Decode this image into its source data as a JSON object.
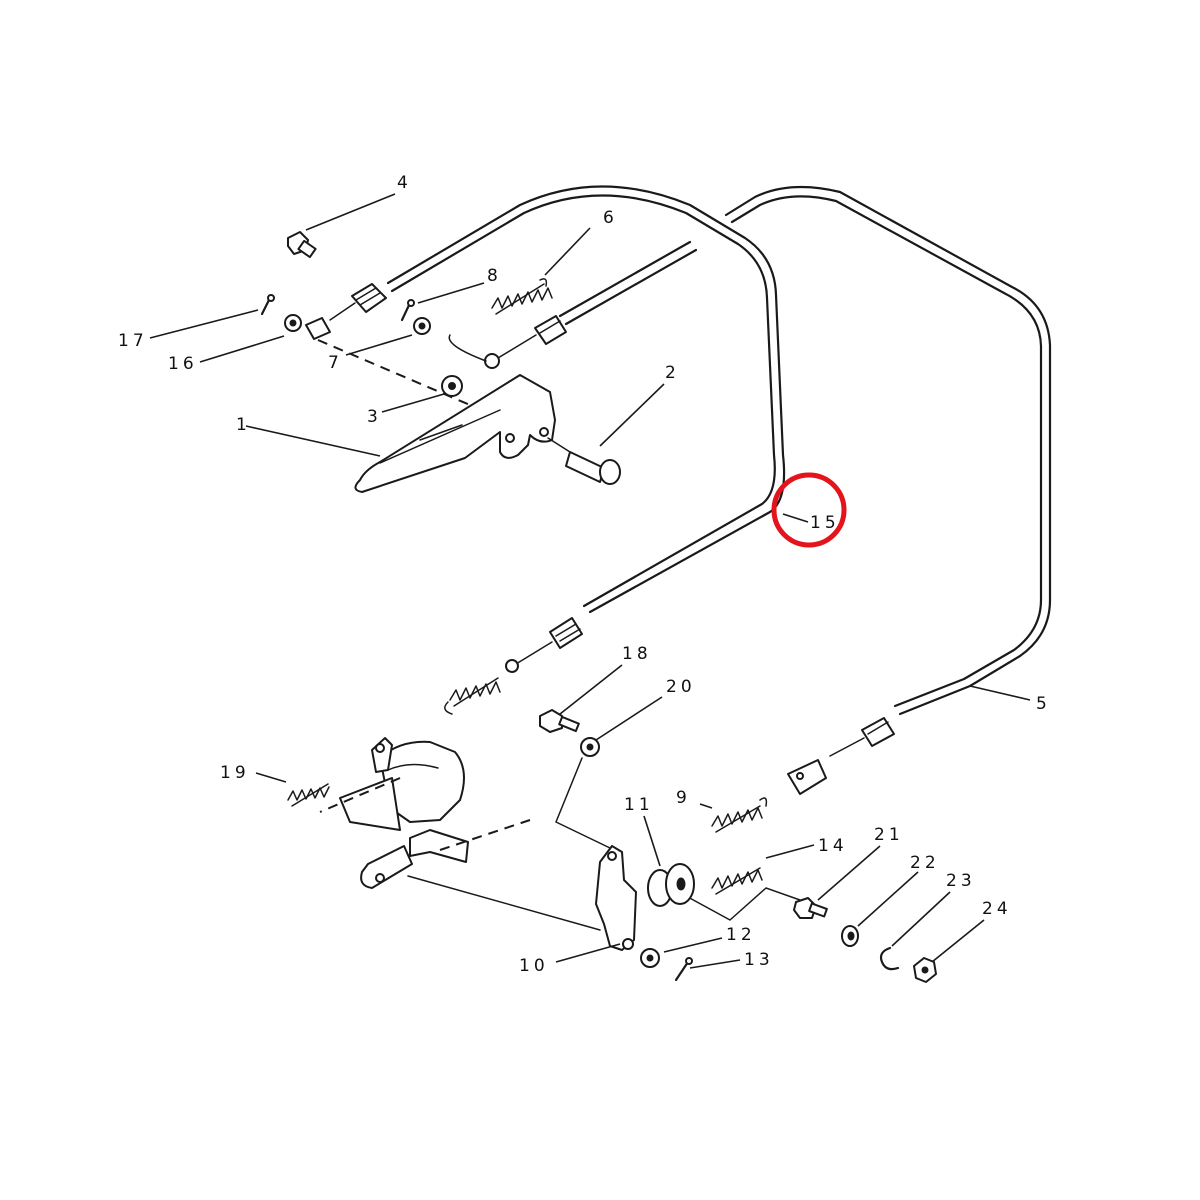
{
  "callouts": [
    {
      "id": "1",
      "label": "1"
    },
    {
      "id": "2",
      "label": "2"
    },
    {
      "id": "3",
      "label": "3"
    },
    {
      "id": "4",
      "label": "4"
    },
    {
      "id": "5",
      "label": "5"
    },
    {
      "id": "6",
      "label": "6"
    },
    {
      "id": "7",
      "label": "7"
    },
    {
      "id": "8",
      "label": "8"
    },
    {
      "id": "9",
      "label": "9"
    },
    {
      "id": "10",
      "label": "10"
    },
    {
      "id": "11",
      "label": "11"
    },
    {
      "id": "12",
      "label": "12"
    },
    {
      "id": "13",
      "label": "13"
    },
    {
      "id": "14",
      "label": "14"
    },
    {
      "id": "15",
      "label": "15"
    },
    {
      "id": "16",
      "label": "16"
    },
    {
      "id": "17",
      "label": "17"
    },
    {
      "id": "18",
      "label": "18"
    },
    {
      "id": "19",
      "label": "19"
    },
    {
      "id": "20",
      "label": "20"
    },
    {
      "id": "21",
      "label": "21"
    },
    {
      "id": "22",
      "label": "22"
    },
    {
      "id": "23",
      "label": "23"
    },
    {
      "id": "24",
      "label": "24"
    }
  ],
  "highlight": {
    "target_callout": "15",
    "color": "#e3141b"
  }
}
